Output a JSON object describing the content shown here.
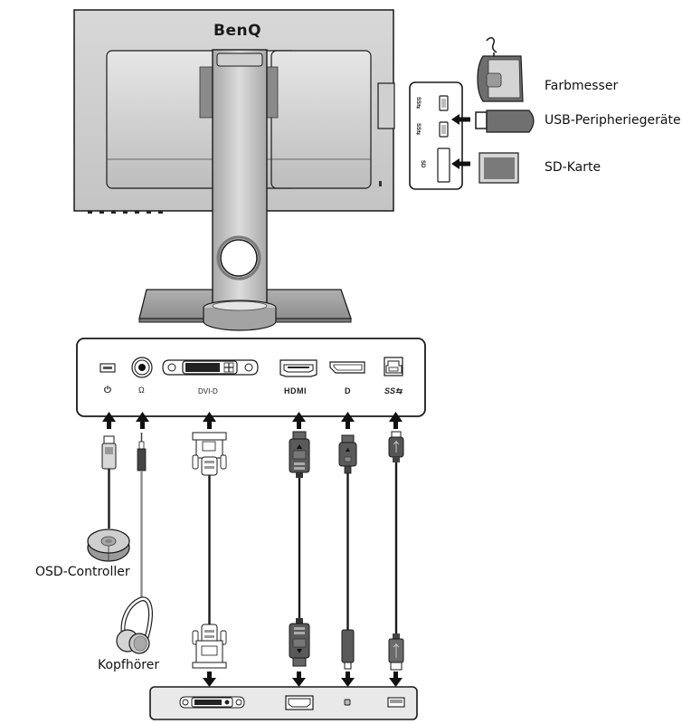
{
  "brand": "BenQ",
  "colors": {
    "monitor_body": "#c9c9c9",
    "monitor_panel": "#d6d6d6",
    "outline": "#1a1a1a",
    "cable_dark": "#1a1a1a",
    "cable_grey": "#8c8c8c",
    "connector_dark": "#555555",
    "connector_light": "#e0e0e0",
    "stand_dark": "#9a9a9a",
    "label_text": "#111111"
  },
  "side_panel": {
    "ports": [
      {
        "id": "usb3-a-1",
        "icon": "usb-ss-icon",
        "symbol": "SS⇆"
      },
      {
        "id": "usb3-a-2",
        "icon": "usb-ss-icon",
        "symbol": "SS⇆"
      },
      {
        "id": "sd-slot",
        "icon": "sd-icon",
        "symbol": "SD"
      }
    ],
    "devices": [
      {
        "id": "colorimeter",
        "label": "Farbmesser"
      },
      {
        "id": "usb-peripheral",
        "label": "USB-Peripheriegeräte"
      },
      {
        "id": "sd-card",
        "label": "SD-Karte"
      }
    ]
  },
  "rear_panel": {
    "ports": [
      {
        "id": "osd-port",
        "symbol": "⏻",
        "label": ""
      },
      {
        "id": "headphone-jack",
        "symbol": "Ω",
        "label": ""
      },
      {
        "id": "dvi-d",
        "symbol": "",
        "label": "DVI-D"
      },
      {
        "id": "hdmi",
        "symbol": "",
        "label": "HDMI"
      },
      {
        "id": "displayport",
        "symbol": "D",
        "label": ""
      },
      {
        "id": "usb3-b",
        "symbol": "SS⇆",
        "label": ""
      }
    ]
  },
  "accessories": {
    "osd_controller": "OSD-Controller",
    "headphones": "Kopfhörer"
  }
}
